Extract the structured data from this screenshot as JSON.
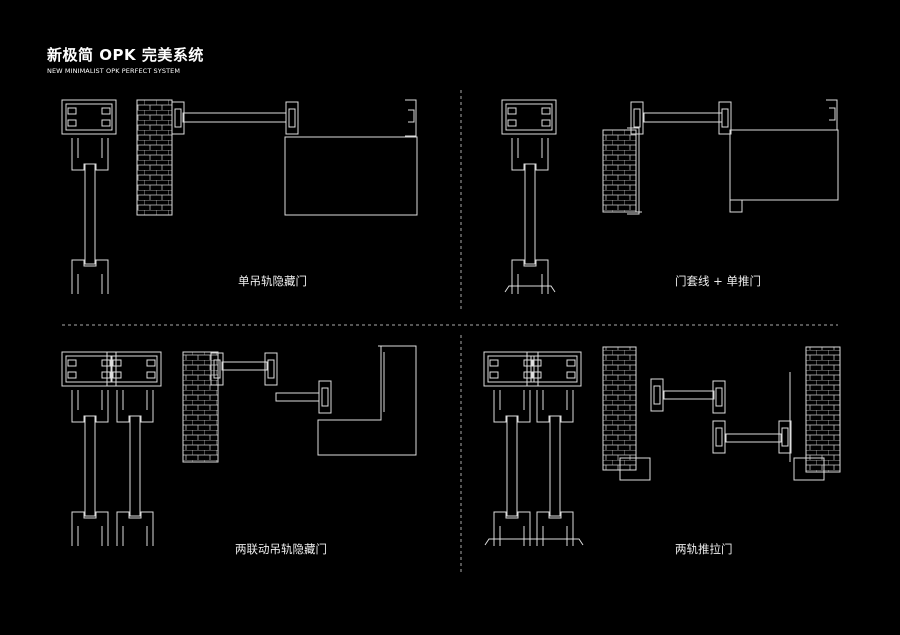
{
  "header": {
    "title": "新极简 OPK 完美系统",
    "subtitle": "NEW MINIMALIST OPK PERFECT SYSTEM"
  },
  "panels": [
    {
      "label": "单吊轨隐藏门"
    },
    {
      "label": "门套线 + 单推门"
    },
    {
      "label": "两联动吊轨隐藏门"
    },
    {
      "label": "两轨推拉门"
    }
  ],
  "colors": {
    "background": "#000000",
    "line": "#dddddd"
  }
}
